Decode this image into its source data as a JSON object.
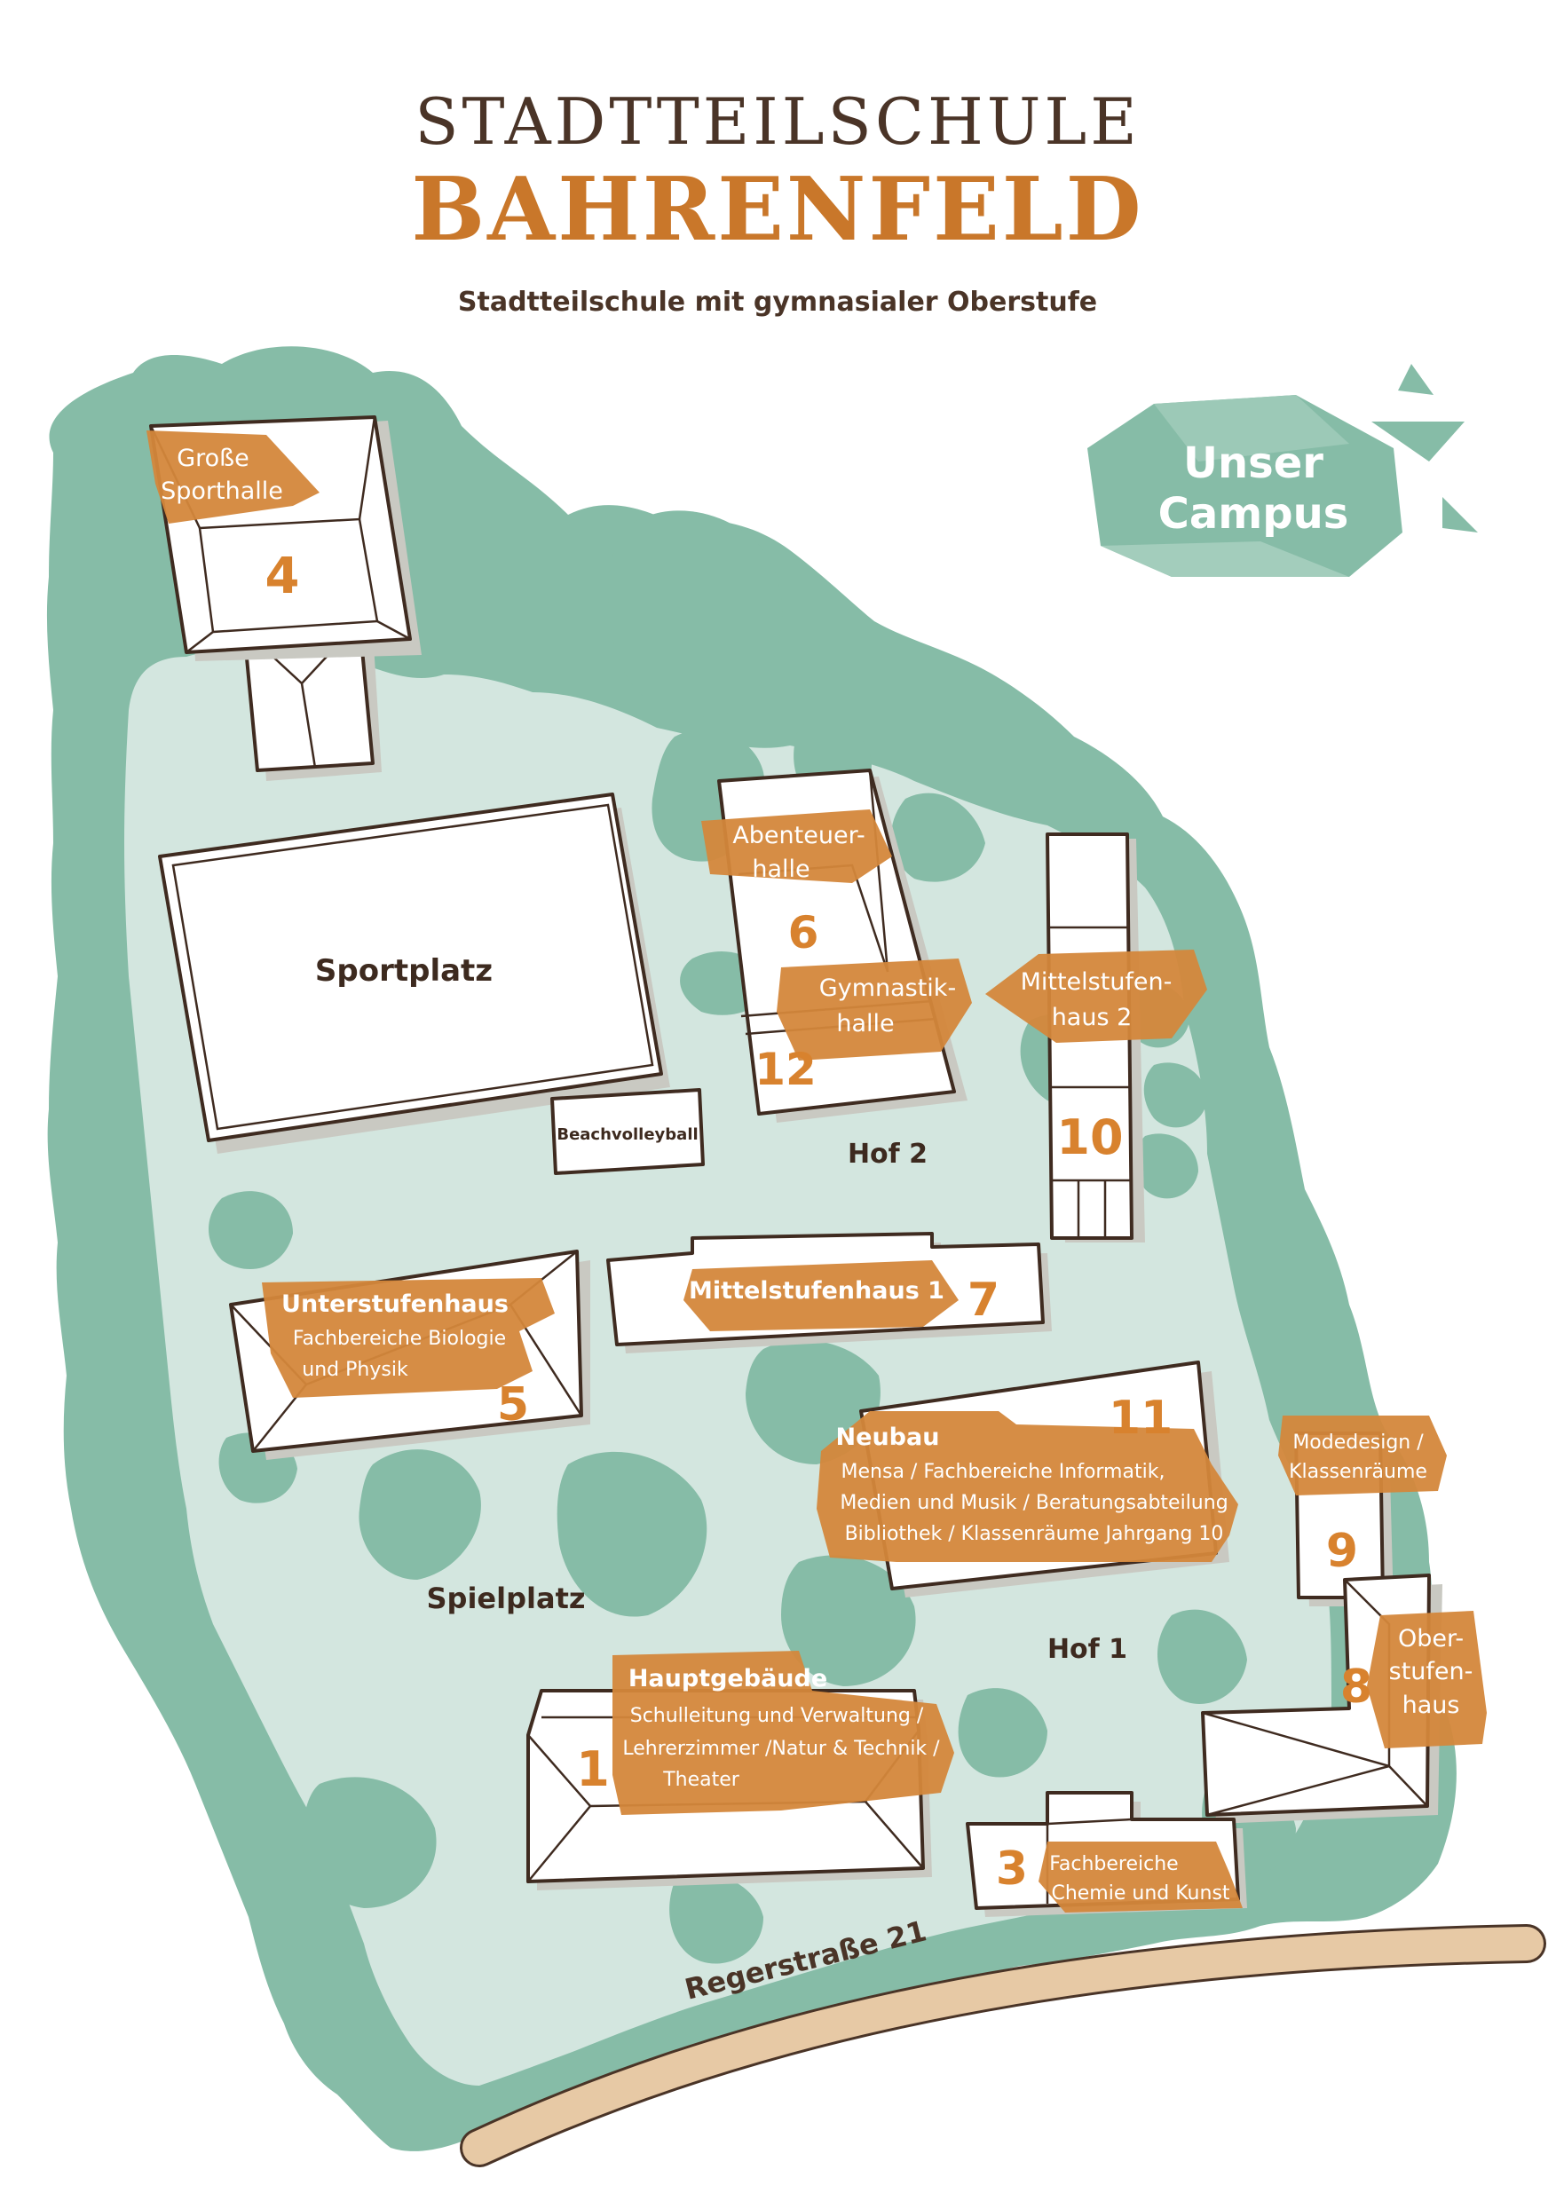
{
  "header": {
    "school_line1": "STADTTEILSCHULE",
    "school_line2": "BAHRENFELD",
    "subtitle": "Stadtteilschule mit gymnasialer Oberstufe"
  },
  "campus_badge": {
    "line1": "Unser",
    "line2": "Campus"
  },
  "colors": {
    "greenery": "#86bca7",
    "campus_ground": "#d3e6df",
    "label_orange": "#d4873b",
    "title_orange": "#c9772a",
    "outline_brown": "#3f2b20",
    "street": "#e7c9a5"
  },
  "areas": {
    "sportplatz": "Sportplatz",
    "beachvolleyball": "Beachvolleyball",
    "hof2": "Hof 2",
    "hof1": "Hof 1",
    "spielplatz": "Spielplatz",
    "street": "Regerstraße 21"
  },
  "buildings": {
    "b4": {
      "number": "4",
      "name_l1": "Große",
      "name_l2": "Sporthalle"
    },
    "b6": {
      "number": "6",
      "name_l1": "Abenteuer-",
      "name_l2": "halle"
    },
    "b12": {
      "number": "12",
      "name_l1": "Gymnastik-",
      "name_l2": "halle"
    },
    "b10": {
      "number": "10",
      "name_l1": "Mittelstufen-",
      "name_l2": "haus 2"
    },
    "b7": {
      "number": "7",
      "name": "Mittelstufenhaus 1"
    },
    "b5": {
      "number": "5",
      "name": "Unterstufenhaus",
      "desc_l1": "Fachbereiche Biologie",
      "desc_l2": "und Physik"
    },
    "b11": {
      "number": "11",
      "name": "Neubau",
      "desc_l1": "Mensa / Fachbereiche Informatik,",
      "desc_l2": "Medien und Musik / Beratungsabteilung",
      "desc_l3": "Bibliothek / Klassenräume Jahrgang 10"
    },
    "b9": {
      "number": "9",
      "name_l1": "Modedesign /",
      "name_l2": "Klassenräume"
    },
    "b8": {
      "number": "8",
      "name_l1": "Ober-",
      "name_l2": "stufen-",
      "name_l3": "haus"
    },
    "b1": {
      "number": "1",
      "name": "Hauptgebäude",
      "desc_l1": "Schulleitung und Verwaltung /",
      "desc_l2": "Lehrerzimmer /Natur & Technik /",
      "desc_l3": "Theater"
    },
    "b3": {
      "number": "3",
      "name_l1": "Fachbereiche",
      "name_l2": "Chemie und Kunst"
    }
  }
}
